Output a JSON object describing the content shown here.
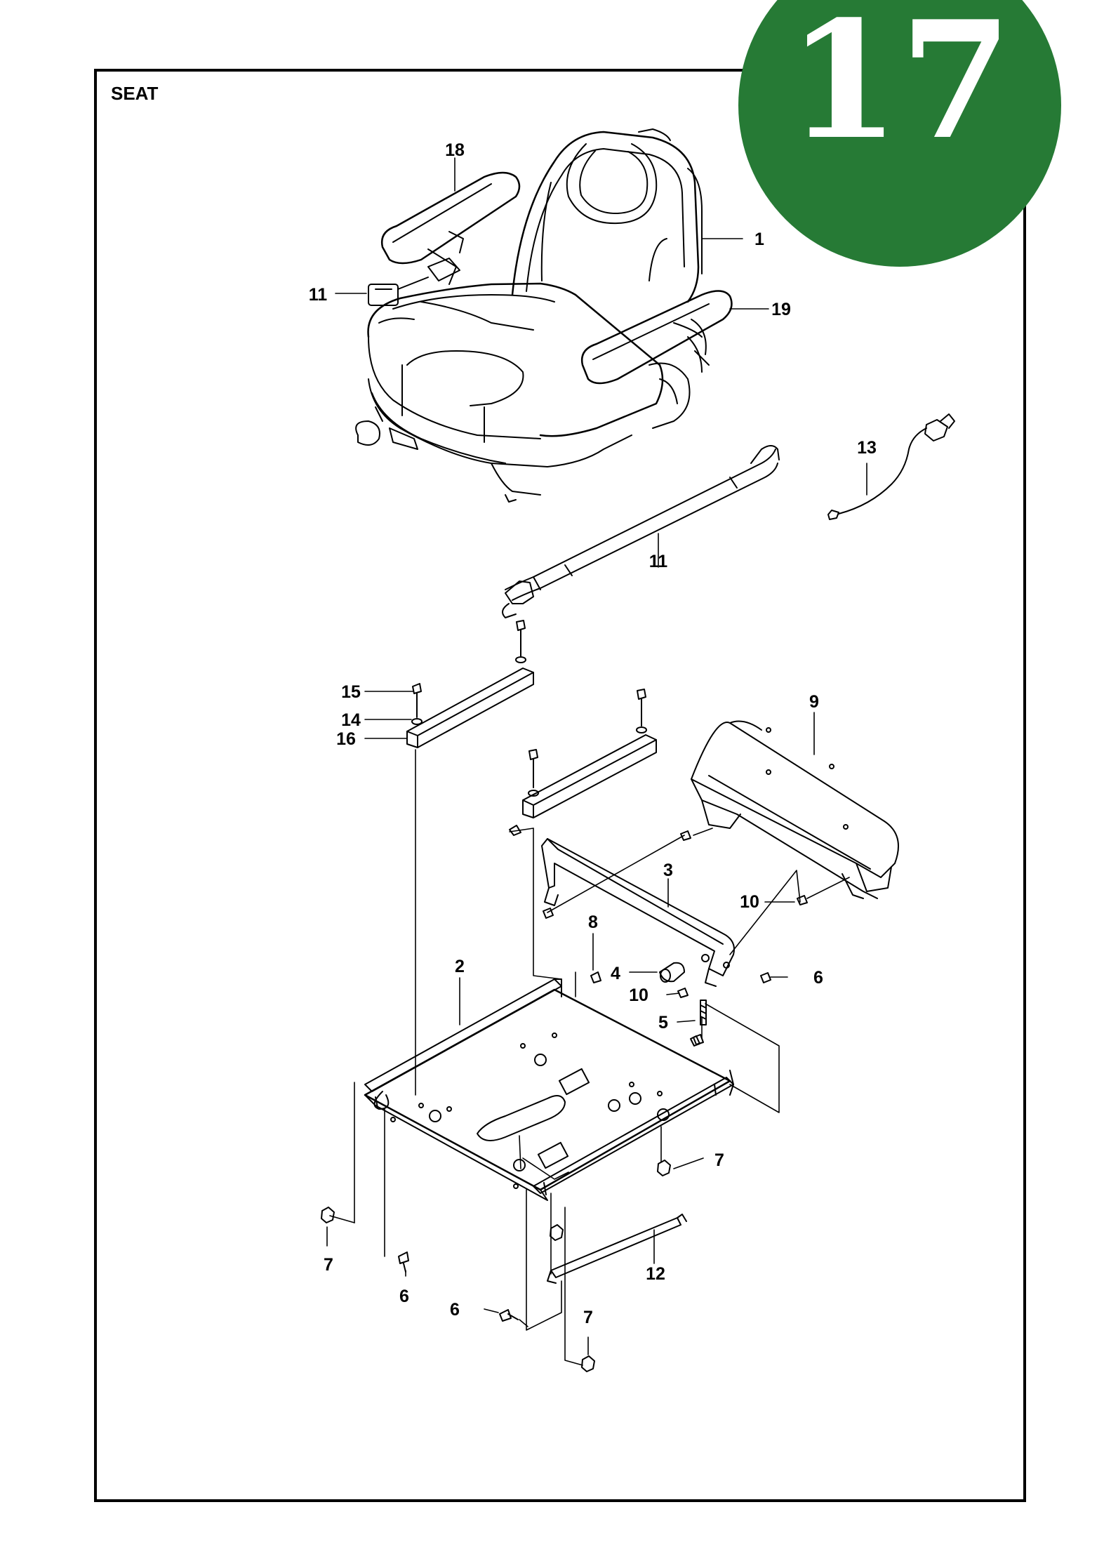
{
  "page": {
    "title": "SEAT",
    "section_number": "17"
  },
  "colors": {
    "badge": "#267a35",
    "badge_text": "#ffffff",
    "line": "#000000"
  },
  "callouts": [
    {
      "id": "c-18",
      "label": "18",
      "part": "armrest-left"
    },
    {
      "id": "c-1",
      "label": "1",
      "part": "seat"
    },
    {
      "id": "c-11a",
      "label": "11",
      "part": "seat-belt-buckle"
    },
    {
      "id": "c-19",
      "label": "19",
      "part": "armrest-right"
    },
    {
      "id": "c-13",
      "label": "13",
      "part": "wire-harness"
    },
    {
      "id": "c-11b",
      "label": "11",
      "part": "seat-belt"
    },
    {
      "id": "c-15",
      "label": "15",
      "part": "bolt"
    },
    {
      "id": "c-14",
      "label": "14",
      "part": "washer"
    },
    {
      "id": "c-16",
      "label": "16",
      "part": "spacer-tube"
    },
    {
      "id": "c-9",
      "label": "9",
      "part": "seat-cover-plate"
    },
    {
      "id": "c-3",
      "label": "3",
      "part": "pivot-bracket"
    },
    {
      "id": "c-10a",
      "label": "10",
      "part": "screw"
    },
    {
      "id": "c-8",
      "label": "8",
      "part": "bushing"
    },
    {
      "id": "c-4",
      "label": "4",
      "part": "bumper"
    },
    {
      "id": "c-6a",
      "label": "6",
      "part": "bolt"
    },
    {
      "id": "c-2",
      "label": "2",
      "part": "seat-pan"
    },
    {
      "id": "c-10b",
      "label": "10",
      "part": "screw"
    },
    {
      "id": "c-5",
      "label": "5",
      "part": "spring"
    },
    {
      "id": "c-7a",
      "label": "7",
      "part": "nut"
    },
    {
      "id": "c-7b",
      "label": "7",
      "part": "nut"
    },
    {
      "id": "c-6b",
      "label": "6",
      "part": "bolt"
    },
    {
      "id": "c-12",
      "label": "12",
      "part": "support-rod"
    },
    {
      "id": "c-6c",
      "label": "6",
      "part": "bolt"
    },
    {
      "id": "c-7c",
      "label": "7",
      "part": "nut"
    }
  ]
}
